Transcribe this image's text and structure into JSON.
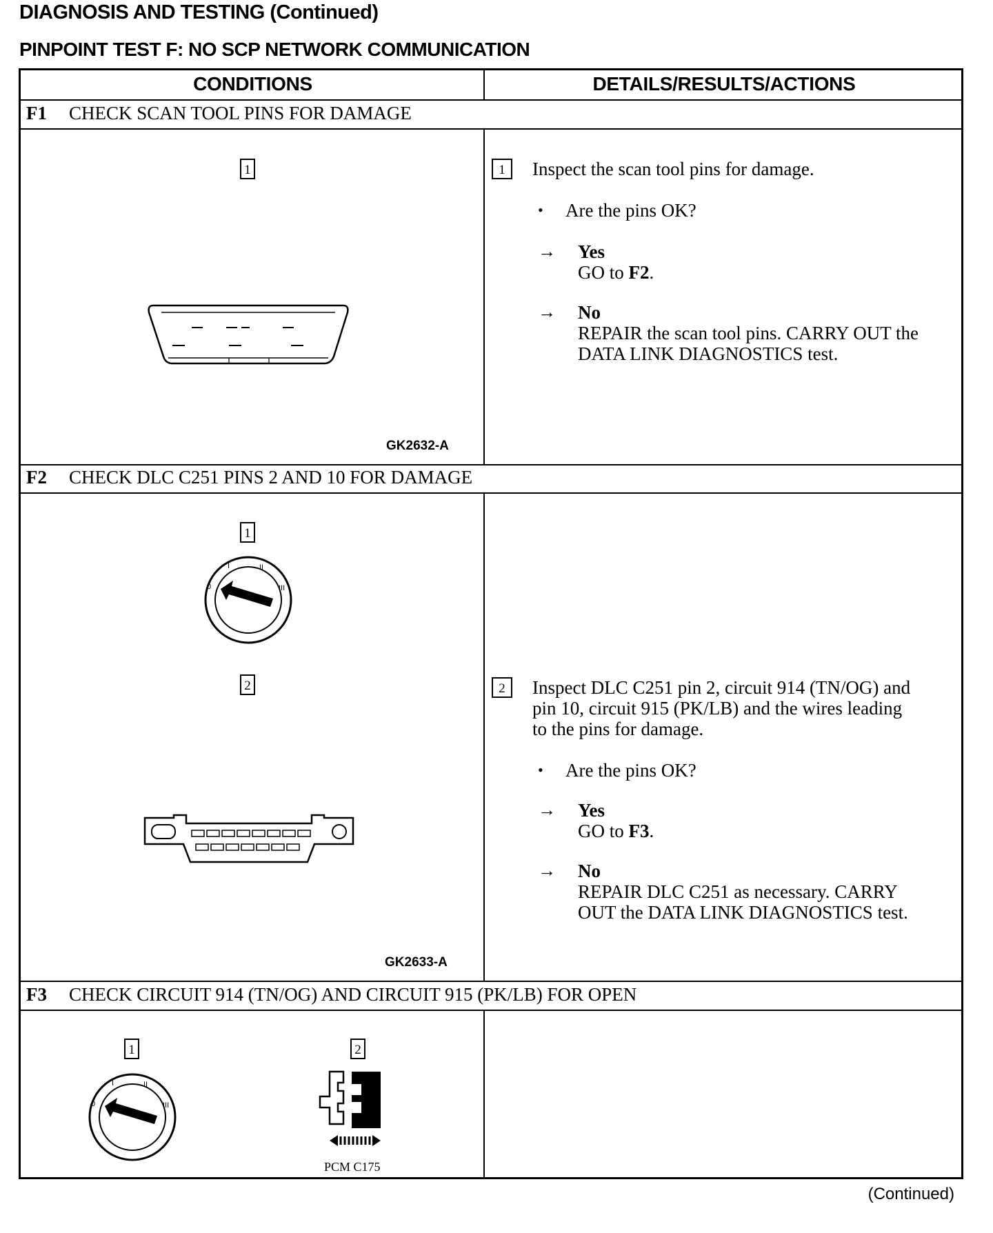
{
  "header": {
    "page_title": "DIAGNOSIS AND TESTING (Continued)",
    "test_title": "PINPOINT TEST F:  NO SCP NETWORK COMMUNICATION"
  },
  "columns": {
    "conditions": "CONDITIONS",
    "details": "DETAILS/RESULTS/ACTIONS"
  },
  "steps": [
    {
      "id": "F1",
      "title": "CHECK SCAN TOOL PINS FOR DAMAGE",
      "figure_code": "GK2632-A",
      "figure_callouts": [
        "1"
      ],
      "action_num": "1",
      "action_text": "Inspect the scan tool pins for damage.",
      "question": "Are the pins OK?",
      "yes_label": "Yes",
      "yes_action": "GO to",
      "yes_target": "F2",
      "yes_suffix": ".",
      "no_label": "No",
      "no_line1": "REPAIR the scan tool pins. CARRY OUT the",
      "no_line2": "DATA LINK DIAGNOSTICS test."
    },
    {
      "id": "F2",
      "title": "CHECK DLC C251 PINS 2 AND 10 FOR DAMAGE",
      "figure_code": "GK2633-A",
      "figure_callouts": [
        "1",
        "2"
      ],
      "action_num": "2",
      "action_line1": "Inspect DLC C251 pin 2, circuit 914 (TN/OG) and",
      "action_line2": "pin 10, circuit 915 (PK/LB) and the wires leading",
      "action_line3": "to the pins for damage.",
      "question": "Are the pins OK?",
      "yes_label": "Yes",
      "yes_action": "GO to",
      "yes_target": "F3",
      "yes_suffix": ".",
      "no_label": "No",
      "no_line1": "REPAIR DLC C251 as necessary. CARRY",
      "no_line2": "OUT the DATA LINK DIAGNOSTICS test."
    },
    {
      "id": "F3",
      "title": "CHECK CIRCUIT 914 (TN/OG) AND CIRCUIT 915 (PK/LB) FOR OPEN",
      "figure_callouts": [
        "1",
        "2"
      ],
      "connector_label": "PCM C175"
    }
  ],
  "footer": {
    "continued": "(Continued)"
  },
  "icons": [
    "arrow-right-icon",
    "bullet-icon",
    "ignition-switch-icon",
    "scan-tool-connector-icon",
    "dlc-connector-icon",
    "pcm-connector-icon"
  ]
}
